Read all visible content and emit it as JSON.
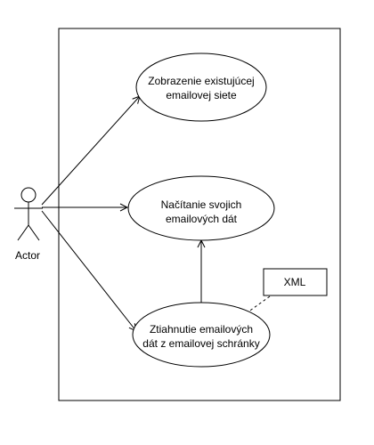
{
  "actor": {
    "label": "Actor"
  },
  "use_cases": [
    {
      "line1": "Zobrazenie existujúcej",
      "line2": "emailovej siete"
    },
    {
      "line1": "Načítanie svojich",
      "line2": "emailových dát"
    },
    {
      "line1": "Ztiahnutie emailových",
      "line2": "dát z emailovej schránky"
    }
  ],
  "note": {
    "label": "XML"
  },
  "colors": {
    "stroke": "#000000",
    "background": "#ffffff"
  }
}
